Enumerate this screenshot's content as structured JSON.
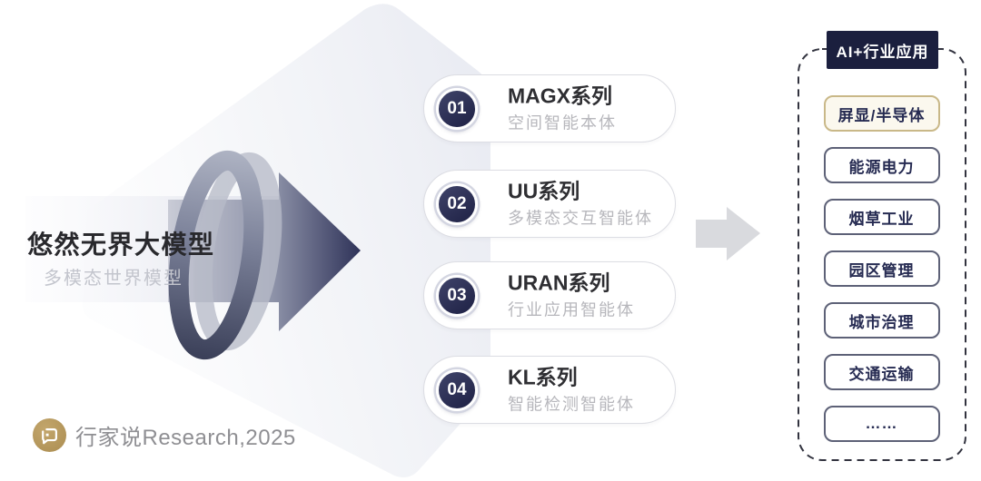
{
  "model": {
    "title": "悠然无界大模型",
    "subtitle": "多模态世界模型"
  },
  "series": [
    {
      "num": "01",
      "name": "MAGX系列",
      "desc": "空间智能本体"
    },
    {
      "num": "02",
      "name": "UU系列",
      "desc": "多模态交互智能体"
    },
    {
      "num": "03",
      "name": "URAN系列",
      "desc": "行业应用智能体"
    },
    {
      "num": "04",
      "name": "KL系列",
      "desc": "智能检测智能体"
    }
  ],
  "applications": {
    "header": "AI+行业应用",
    "items": [
      {
        "label": "屏显/半导体",
        "highlighted": true
      },
      {
        "label": "能源电力",
        "highlighted": false
      },
      {
        "label": "烟草工业",
        "highlighted": false
      },
      {
        "label": "园区管理",
        "highlighted": false
      },
      {
        "label": "城市治理",
        "highlighted": false
      },
      {
        "label": "交通运输",
        "highlighted": false
      },
      {
        "label": "……",
        "highlighted": false
      }
    ]
  },
  "source": {
    "text": "行家说Research,2025"
  },
  "icons": {
    "logo": "chat-bubble-icon",
    "model_flow": "right-arrow",
    "ring": "3d-ring"
  },
  "colors": {
    "badge_navy": "#1b1f3e",
    "number_circle_navy": "#2b2f52",
    "highlight_gold_border": "#c9b888",
    "highlight_gold_bg": "#fbf8ee",
    "item_border": "#5d6177",
    "item_text": "#262b52",
    "flow_arrow_gray": "#d9dade",
    "logo_gold": "#b2945a"
  }
}
